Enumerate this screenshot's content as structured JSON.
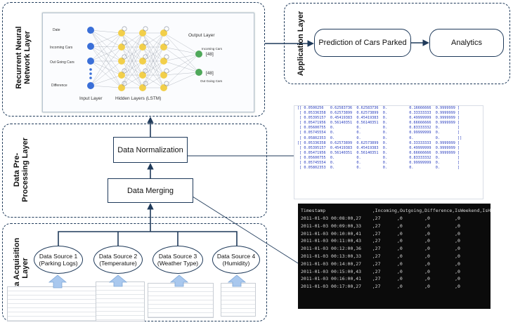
{
  "layers": {
    "rnn": "Recurrent Neural Network Layer",
    "application": "Application Layer",
    "preprocessing": "Data Pre-Processing Layer",
    "acquisition": "Data Acquisition Layer"
  },
  "nodes": {
    "prediction": "Prediction of Cars Parked",
    "analytics": "Analytics",
    "normalization": "Data Normalization",
    "merging": "Data Merging"
  },
  "sources": [
    {
      "title": "Data Source 1",
      "sub": "(Parking Logs)"
    },
    {
      "title": "Data Source 2",
      "sub": "(Temperature)"
    },
    {
      "title": "Data Source 3",
      "sub": "(Weather Type)"
    },
    {
      "title": "Data Source 4",
      "sub": "(Humidity)"
    }
  ],
  "nn": {
    "input_layer": "Input Layer",
    "hidden_layers": "Hidden Layers (LSTM)",
    "output_layer": "Output Layer",
    "inputs": [
      "Date",
      "Incoming Cars",
      "Out Going Cars",
      "Difference"
    ],
    "output_top_name": "Incoming Cars",
    "output_top_value": "[48]",
    "output_bottom_value": "[48]",
    "output_bottom_name": "Out Going Cars"
  },
  "matrix_rows": [
    "[[ 0.0500256   0.62583736  0.62583736  0.          0.16666666  0.9999999 ]",
    " [ 0.05336358  0.62573899  0.62573899  0.          0.33333333  0.9999999 ]",
    " [ 0.05395157  0.45419383  0.45419383  0.          0.49999999  0.9999999 ]",
    " [ 0.05471956  0.56140351  0.56140351  0.          0.66666666  0.9999999 ]",
    " [ 0.05600755  0.          0.          0.          0.83333332  0.        ]",
    " [ 0.05745554  0.          0.          0.          0.99999999  0.        ]",
    " [ 0.05802353  0.          0.          0.          0.          0.        ]]",
    "[[ 0.05336358  0.62573899  0.62573899  0.          0.33333333  0.9999999 ]",
    " [ 0.05395157  0.45419383  0.45419383  0.          0.49999999  0.9999999 ]",
    " [ 0.05471956  0.56140351  0.56140351  0.          0.66666666  0.9999999 ]",
    " [ 0.05600755  0.          0.          0.          0.83333332  0.        ]",
    " [ 0.05745554  0.          0.          0.          0.99999999  0.        ]",
    " [ 0.05802353  0.          0.          0.          0.          0.        ]"
  ],
  "terminal": {
    "header": "Timestamp                 ,Incoming,Outgoing,Difference,IsWeekend,IsHoliday",
    "rows": [
      "2011-01-03 00:08:00,27    ,27      ,0        ,0         ,0",
      "2011-01-03 00:09:00,33    ,27      ,0        ,0         ,0",
      "2011-01-03 00:10:00,41    ,27      ,0        ,0         ,0",
      "2011-01-03 00:11:00,43    ,27      ,0        ,0         ,0",
      "2011-01-03 00:12:00,36    ,27      ,0        ,0         ,0",
      "2011-01-03 00:13:00,33    ,27      ,0        ,0         ,0",
      "2011-01-03 00:14:00,27    ,27      ,0        ,0         ,0",
      "2011-01-03 00:15:00,43    ,27      ,0        ,0         ,0",
      "2011-01-03 00:16:00,41    ,27      ,0        ,0         ,0",
      "2011-01-03 00:17:00,27    ,27      ,0        ,0         ,0"
    ]
  },
  "colors": {
    "border": "#1f3a5a",
    "input_node": "#3a6fd8",
    "hidden_node": "#f2cf4a",
    "output_node": "#4fa85a",
    "up_arrow": "#a9c8ee"
  }
}
